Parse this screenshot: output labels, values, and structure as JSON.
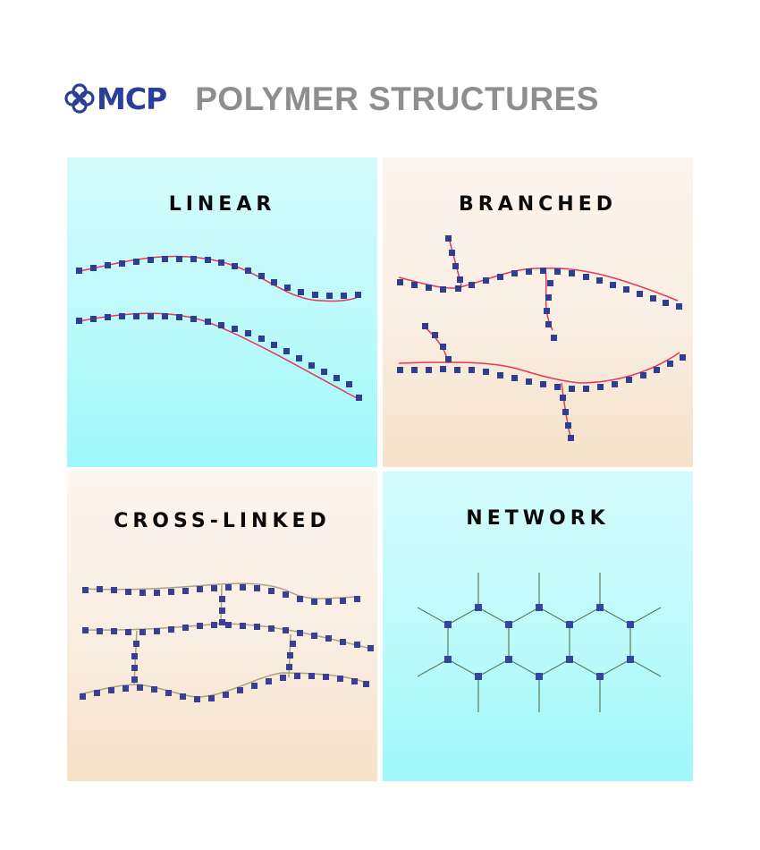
{
  "header": {
    "logo_text": "MCP",
    "logo_icon": "interlocked-circles-icon",
    "title": "POLYMER STRUCTURES"
  },
  "colors": {
    "brand_blue": "#2b3e9c",
    "title_gray": "#8e8e8e",
    "monomer": "#2e3f93",
    "bond_linear": "#e8365a",
    "bond_crosslinked": "#a9a37e",
    "bond_network": "#5b7a5a",
    "cyan_bg": "#bffafb",
    "peach_bg": "#f9eee2"
  },
  "panels": [
    {
      "id": "linear",
      "label": "LINEAR",
      "background": "cyan"
    },
    {
      "id": "branched",
      "label": "BRANCHED",
      "background": "peach"
    },
    {
      "id": "cross-linked",
      "label": "CROSS-LINKED",
      "background": "peach"
    },
    {
      "id": "network",
      "label": "NETWORK",
      "background": "cyan"
    }
  ]
}
